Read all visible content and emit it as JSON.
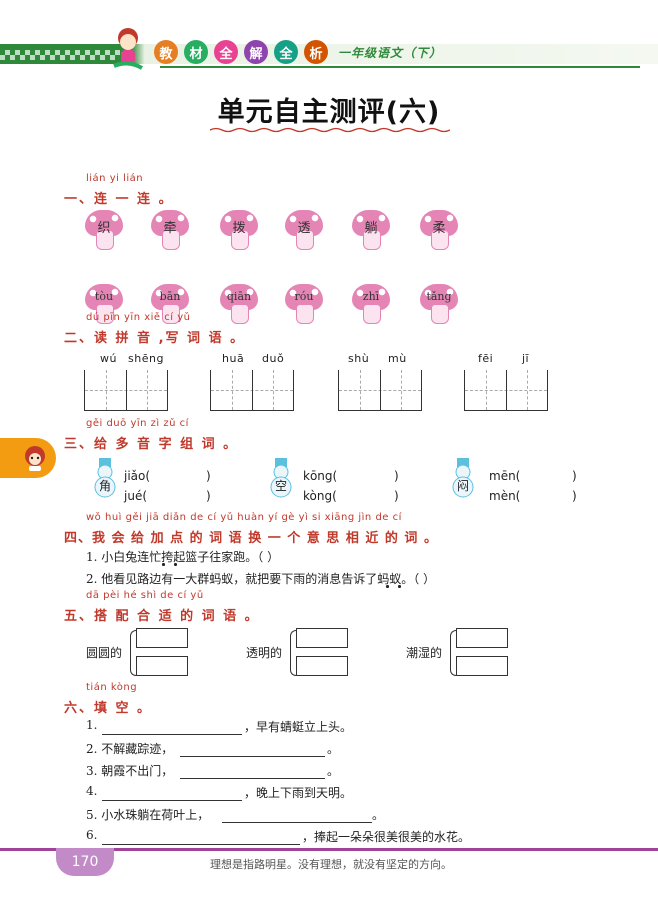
{
  "header": {
    "brand_chars": [
      "教",
      "材",
      "全",
      "解",
      "全",
      "析"
    ],
    "brand_colors": [
      "#e67e22",
      "#27ae60",
      "#e84393",
      "#8e44ad",
      "#16a085",
      "#d35400"
    ],
    "subtitle": "一年级语文（下）"
  },
  "title": "单元自主测评(六)",
  "s1": {
    "pinyin": "lián yi lián",
    "heading": "一、连 一 连 。",
    "chars": [
      "织",
      "牵",
      "拨",
      "透",
      "躺",
      "柔"
    ],
    "pins": [
      "tòu",
      "bān",
      "qiān",
      "róu",
      "zhī",
      "tǎng"
    ]
  },
  "s2": {
    "pinyin": "dú pīn yīn   xiě cí yǔ",
    "heading": "二、读 拼 音 ,写 词 语 。",
    "items": [
      {
        "p1": "wú",
        "p2": "shēng"
      },
      {
        "p1": "huā",
        "p2": "duǒ"
      },
      {
        "p1": "shù",
        "p2": "mù"
      },
      {
        "p1": "fēi",
        "p2": "jī"
      }
    ]
  },
  "s3": {
    "pinyin": "gěi duō yīn zì zǔ cí",
    "heading": "三、给 多 音 字 组 词 。",
    "items": [
      {
        "char": "角",
        "r1": "jiǎo(",
        "r2": "jué(",
        "c1": ")",
        "c2": ")"
      },
      {
        "char": "空",
        "r1": "kōng(",
        "r2": "kòng(",
        "c1": ")",
        "c2": ")"
      },
      {
        "char": "闷",
        "r1": "mēn(",
        "r2": "mèn(",
        "c1": ")",
        "c2": ")"
      }
    ]
  },
  "s4": {
    "pinyin": "wǒ huì gěi jiā diǎn de cí yǔ huàn yí gè yì  si  xiāng jìn de cí",
    "heading": "四、我 会 给 加 点 的 词 语 换  一 个 意 思  相  近 的 词 。",
    "q1": "1. 小白兔连忙挎起篮子往家跑。（      ）",
    "q2": "2. 他看见路边有一大群蚂蚁，就把要下雨的消息告诉了蚂蚁。（      ）"
  },
  "s5": {
    "pinyin": "dā pèi hé shì de cí yǔ",
    "heading": "五、搭 配 合 适 的 词 语 。",
    "labels": [
      "圆圆的",
      "透明的",
      "潮湿的"
    ]
  },
  "s6": {
    "pinyin": "tián kòng",
    "heading": "六、填   空  。",
    "lines": [
      {
        "pre": "1.",
        "post": "，早有蜻蜓立上头。"
      },
      {
        "pre": "2. 不解藏踪迹，",
        "post": "。"
      },
      {
        "pre": "3. 朝霞不出门，",
        "post": "。"
      },
      {
        "pre": "4.",
        "post": "，晚上下雨到天明。"
      },
      {
        "pre": "5. 小水珠躺在荷叶上，",
        "post": "。"
      },
      {
        "pre": "6.",
        "post": "，捧起一朵朵很美很美的水花。"
      }
    ]
  },
  "footer": {
    "page": "170",
    "motto": "理想是指路明星。没有理想，就没有坚定的方向。"
  }
}
